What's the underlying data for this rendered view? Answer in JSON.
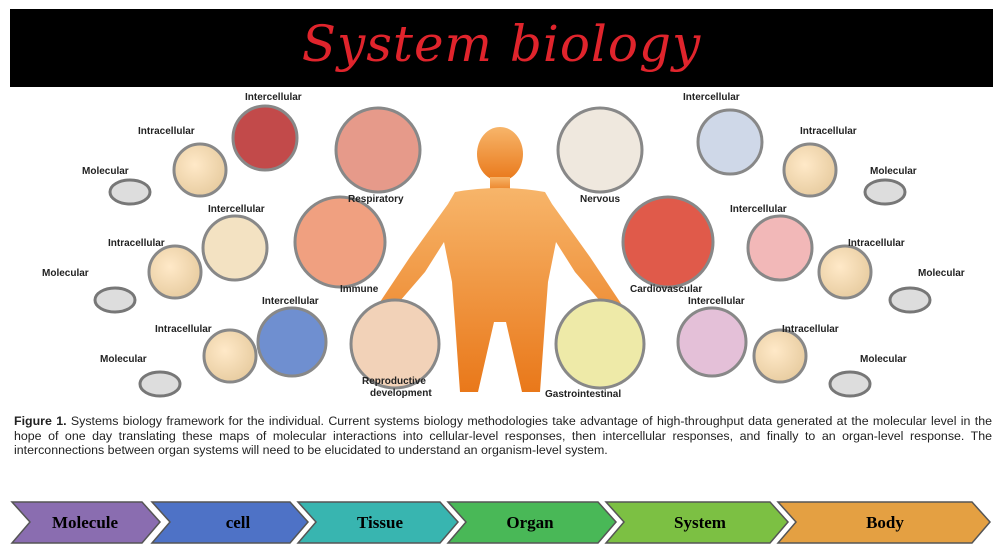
{
  "title": "System biology",
  "organs": [
    {
      "id": "respiratory",
      "name": "Respiratory",
      "levels": [
        "Intercellular",
        "Intracellular",
        "Molecular"
      ]
    },
    {
      "id": "immune",
      "name": "Immune",
      "levels": [
        "Intercellular",
        "Intracellular",
        "Molecular"
      ]
    },
    {
      "id": "reproductive",
      "name": "Reproductive development",
      "name_line1": "Reproductive",
      "name_line2": "development",
      "levels": [
        "Intercellular",
        "Intracellular",
        "Molecular"
      ]
    },
    {
      "id": "nervous",
      "name": "Nervous",
      "levels": [
        "Intercellular",
        "Intracellular",
        "Molecular"
      ]
    },
    {
      "id": "cardiovascular",
      "name": "Cardiovascular",
      "levels": [
        "Intercellular",
        "Intracellular",
        "Molecular"
      ]
    },
    {
      "id": "gastrointestinal",
      "name": "Gastrointestinal",
      "levels": [
        "Intercellular",
        "Intracellular",
        "Molecular"
      ]
    }
  ],
  "caption": {
    "label": "Figure 1.",
    "text": " Systems biology framework for the individual. Current systems biology methodologies take advantage of high-throughput data generated at the molecular level in the hope of one day translating these maps of molecular interactions into cellular-level responses, then intercellular responses, and finally to an organ-level response. The interconnections between organ systems will need to be elucidated to understand an organism-level system."
  },
  "steps": [
    "Molecule",
    "cell",
    "Tissue",
    "Organ",
    "System",
    "Body"
  ],
  "colors": {
    "banner_bg": "#000000",
    "title": "#e0242c",
    "body_figure": "#f0902a",
    "steps": [
      "#8a6db0",
      "#4e72c6",
      "#38b5b0",
      "#49b857",
      "#7cc043",
      "#e4a042"
    ]
  }
}
